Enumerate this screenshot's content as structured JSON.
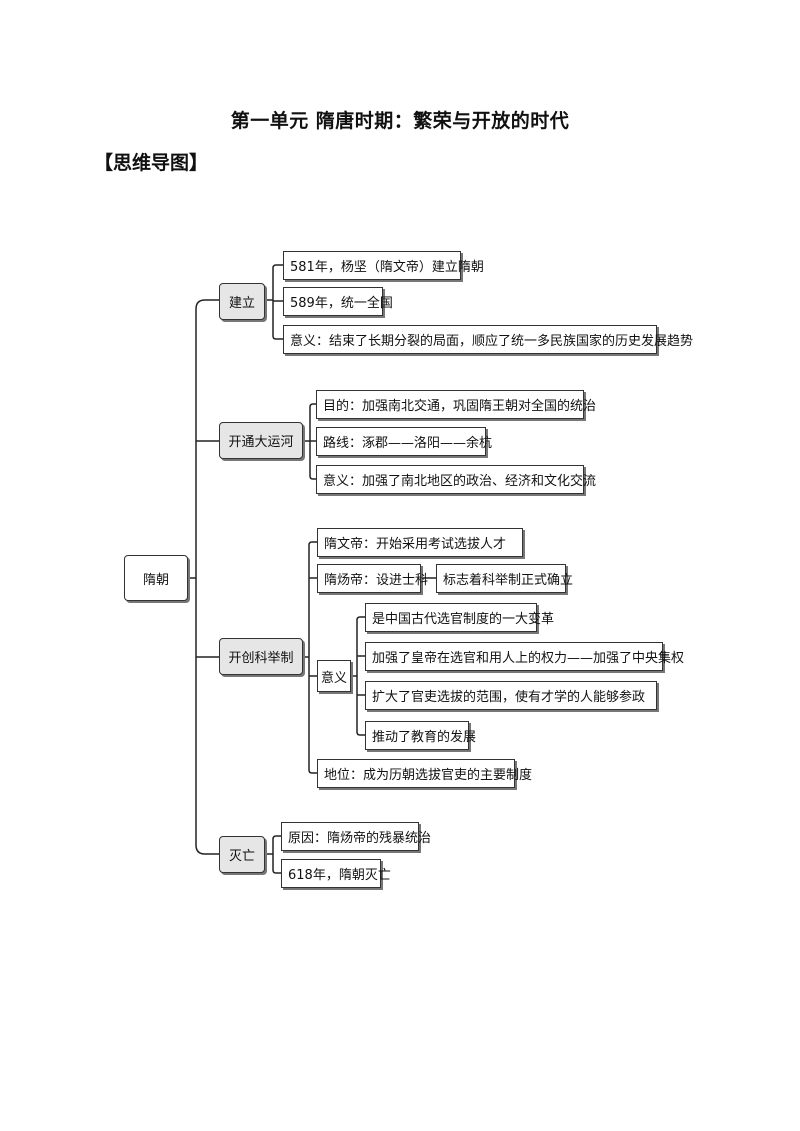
{
  "title": "第一单元  隋唐时期：繁荣与开放的时代",
  "section": "【思维导图】",
  "root": "隋朝",
  "branches": {
    "jianli": {
      "label": "建立",
      "items": [
        "581年，杨坚（隋文帝）建立隋朝",
        "589年，统一全国",
        "意义：结束了长期分裂的局面，顺应了统一多民族国家的历史发展趋势"
      ]
    },
    "yunhe": {
      "label": "开通大运河",
      "items": [
        "目的：加强南北交通，巩固隋王朝对全国的统治",
        "路线：涿郡——洛阳——余杭",
        "意义：加强了南北地区的政治、经济和文化交流"
      ]
    },
    "keju": {
      "label": "开创科举制",
      "wendi": "隋文帝：开始采用考试选拔人才",
      "yangdi": "隋炀帝：设进士科",
      "yangdi_result": "标志着科举制正式确立",
      "yiyi": "意义",
      "yiyi_items": [
        "是中国古代选官制度的一大变革",
        "加强了皇帝在选官和用人上的权力——加强了中央集权",
        "扩大了官吏选拔的范围，使有才学的人能够参政",
        "推动了教育的发展"
      ],
      "diwei": "地位：成为历朝选拔官吏的主要制度"
    },
    "mieWang": {
      "label": "灭亡",
      "items": [
        "原因：隋炀帝的残暴统治",
        "618年，隋朝灭亡"
      ]
    }
  }
}
